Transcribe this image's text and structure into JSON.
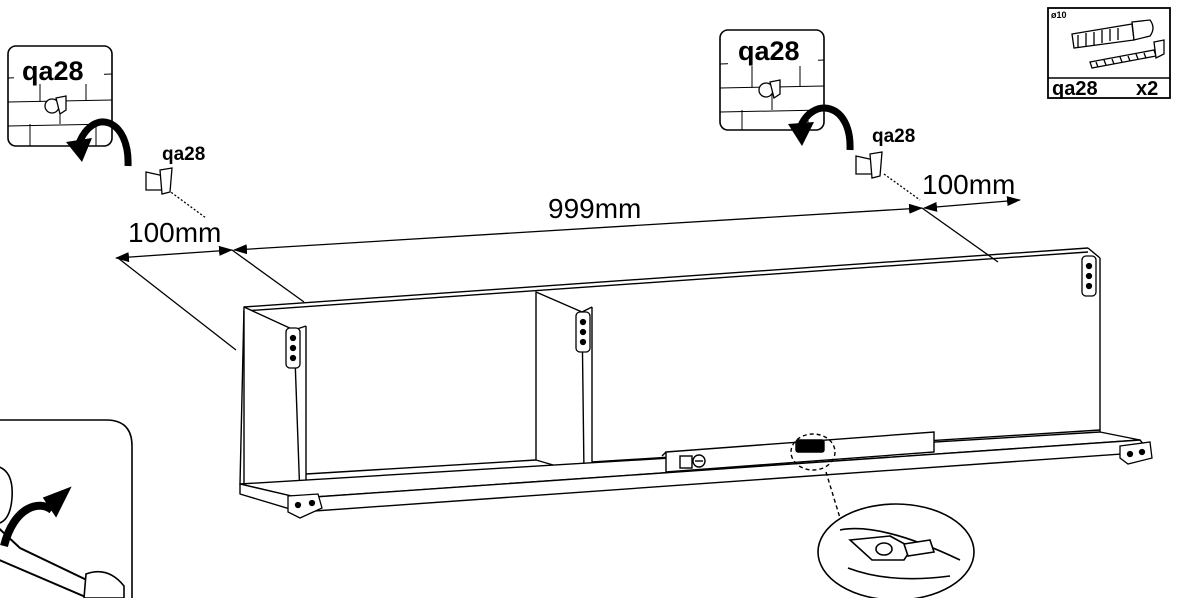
{
  "diagram": {
    "dimensions": {
      "left_offset": "100mm",
      "span": "999mm",
      "right_offset": "100mm"
    },
    "callouts": {
      "left_box_label": "qa28",
      "left_hook_label": "qa28",
      "right_box_label": "qa28",
      "right_hook_label": "qa28"
    },
    "parts_box": {
      "diameter": "ø10",
      "part_code": "qa28",
      "quantity": "x2"
    }
  }
}
